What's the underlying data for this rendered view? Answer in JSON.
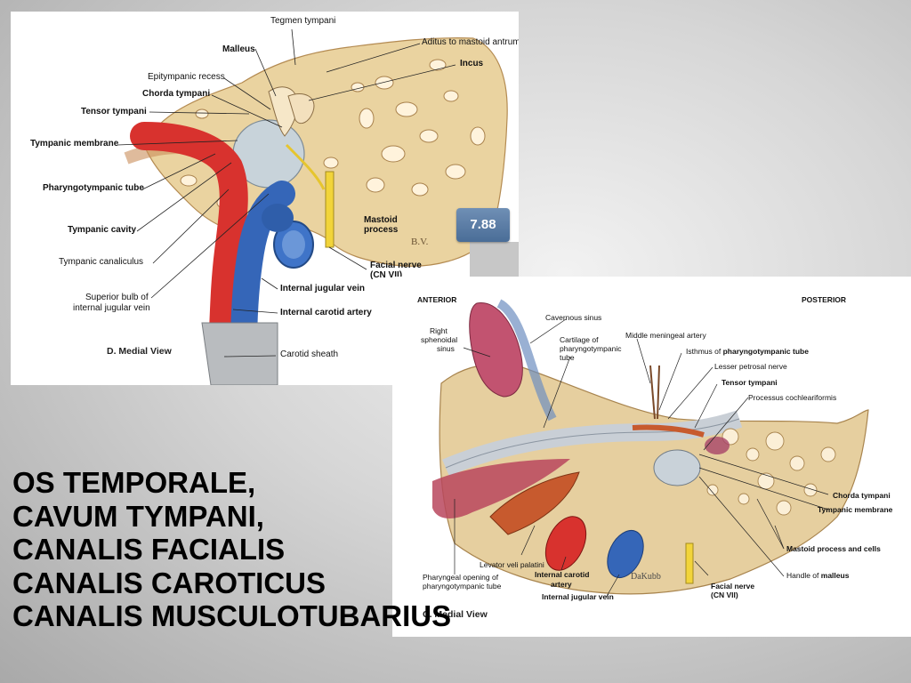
{
  "slide": {
    "title_lines": [
      "OS TEMPORALE,",
      "CAVUM TYMPANI,",
      "CANALIS FACIALIS",
      "CANALIS CAROTICUS",
      "CANALIS MUSCULOTUBARIUS"
    ]
  },
  "figure_d": {
    "badge": "7.88",
    "caption": "D. Medial View",
    "signature": "B.V.",
    "labels": {
      "tegmen_tympani": "Tegmen tympani",
      "malleus": "Malleus",
      "aditus": "Aditus to mastoid antrum",
      "incus": "Incus",
      "epitympanic_recess": "Epitympanic recess",
      "chorda_tympani": "Chorda tympani",
      "tensor_tympani": "Tensor tympani",
      "tympanic_membrane": "Tympanic membrane",
      "pharyngotympanic_tube": "Pharyngotympanic tube",
      "tympanic_cavity": "Tympanic cavity",
      "tympanic_canaliculus": "Tympanic canaliculus",
      "superior_bulb_1": "Superior bulb of",
      "superior_bulb_2": "internal jugular vein",
      "mastoid_process_1": "Mastoid",
      "mastoid_process_2": "process",
      "facial_nerve_1": "Facial nerve",
      "facial_nerve_2": "(CN VII)",
      "internal_jugular_vein": "Internal jugular vein",
      "internal_carotid_artery": "Internal carotid artery",
      "carotid_sheath": "Carotid sheath"
    }
  },
  "figure_c": {
    "caption": "C. Medial View",
    "signature": "DaKubb",
    "labels": {
      "anterior": "ANTERIOR",
      "posterior": "POSTERIOR",
      "right_sphenoidal_1": "Right",
      "right_sphenoidal_2": "sphenoidal",
      "right_sphenoidal_3": "sinus",
      "cavernous_sinus": "Cavernous sinus",
      "cartilage_1": "Cartilage of",
      "cartilage_2": "pharyngotympanic",
      "cartilage_3": "tube",
      "middle_meningeal": "Middle meningeal artery",
      "isthmus_prefix": "Isthmus of",
      "isthmus_bold": "pharyngotympanic tube",
      "lesser_petrosal": "Lesser petrosal nerve",
      "tensor_tympani": "Tensor tympani",
      "processus": "Processus cochleariformis",
      "chorda_tympani": "Chorda tympani",
      "tympanic_membrane": "Tympanic membrane",
      "mastoid_process": "Mastoid process and cells",
      "handle_prefix": "Handle of",
      "handle_bold": "malleus",
      "facial_nerve_1": "Facial nerve",
      "facial_nerve_2": "(CN VII)",
      "internal_jugular_vein": "Internal jugular vein",
      "internal_carotid_1": "Internal carotid",
      "internal_carotid_2": "artery",
      "levator": "Levator veli palatini",
      "pharyngeal_1": "Pharyngeal opening of",
      "pharyngeal_2": "pharyngotympanic tube"
    }
  },
  "colors": {
    "bone": "#e8cf9a",
    "bone_dark": "#c9a66b",
    "artery": "#d8322e",
    "vein": "#3566b8",
    "nerve": "#f2d43a",
    "badge": "#5a7ca6"
  }
}
